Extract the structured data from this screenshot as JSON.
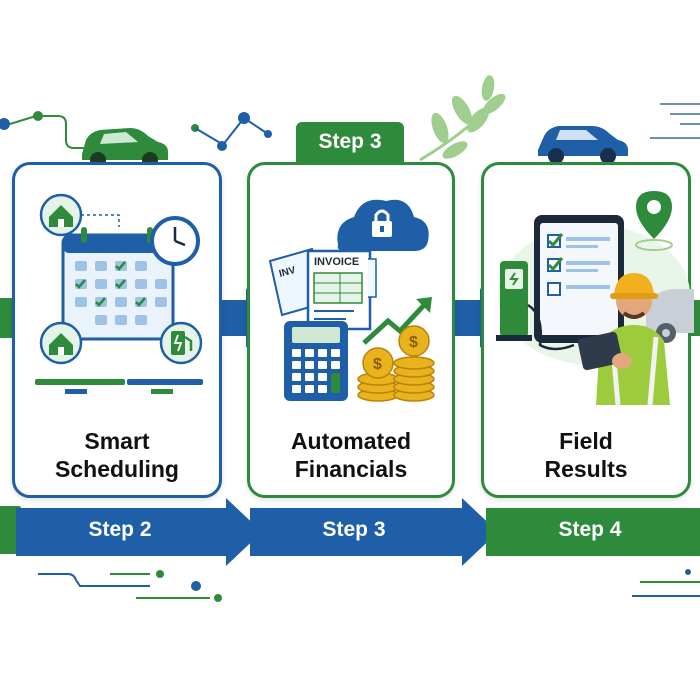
{
  "steps": [
    {
      "title": "Smart\nScheduling",
      "arrow_label": "Step 2"
    },
    {
      "title": "Automated\nFinancials",
      "arrow_label": "Step 3",
      "badge": "Step 3"
    },
    {
      "title": "Field\nResults",
      "arrow_label": "Step 4"
    }
  ],
  "icons": {
    "card1": [
      "house-icon",
      "calendar-icon",
      "clock-icon",
      "ev-charger-icon"
    ],
    "card2": [
      "cloud-lock-icon",
      "invoice-icon",
      "calculator-icon",
      "coins-icon",
      "trend-arrow-icon"
    ],
    "card3": [
      "tablet-checklist-icon",
      "location-pin-icon",
      "ev-charger-icon",
      "field-worker-icon",
      "car-icon"
    ]
  },
  "invoice_text": {
    "main": "INVOICE",
    "back": "INV"
  },
  "colors": {
    "green": "#2e8b3c",
    "blue": "#1f5fa8",
    "light_green": "#7cc47f",
    "gold": "#e8b31c"
  }
}
